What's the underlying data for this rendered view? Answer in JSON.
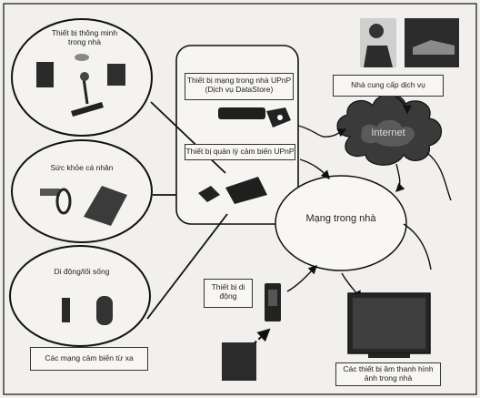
{
  "groups": {
    "smart_home": {
      "label": "Thiết bị thông minh trong nhà"
    },
    "health": {
      "label": "Sức khỏe cá nhân"
    },
    "mobile_life": {
      "label": "Di động/lối sống"
    },
    "sensor_networks": {
      "label": "Các mạng cảm biến từ xa"
    }
  },
  "center": {
    "upnp_network_device": {
      "label": "Thiết bị mạng trong nhà UPnP",
      "sublabel": "(Dịch vụ DataStore)"
    },
    "upnp_sensor_manager": {
      "label": "Thiết bị quản lý cảm biến UPnP"
    }
  },
  "home_network": {
    "label": "Mạng trong nhà"
  },
  "internet_cloud": {
    "label": "Internet"
  },
  "service_provider": {
    "label": "Nhà cung cấp dịch vụ"
  },
  "mobile_device": {
    "label": "Thiết bị di động"
  },
  "av_devices": {
    "label": "Các thiết bị âm thanh hình ảnh trong nhà"
  }
}
